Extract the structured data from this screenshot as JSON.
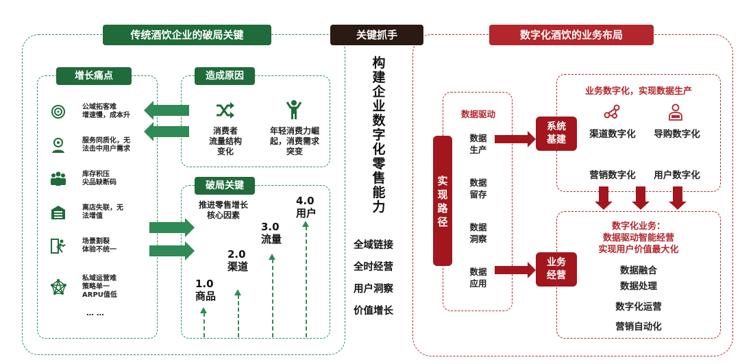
{
  "headers": {
    "left": "传统酒饮企业的破局关键",
    "center": "关键抓手",
    "right": "数字化酒饮的业务布局"
  },
  "pain": {
    "title": "增长痛点",
    "items": [
      {
        "text": "公域拓客难\n增速慢，成本升",
        "icon": "snail-icon"
      },
      {
        "text": "服务同质化，无\n法击中用户需求",
        "icon": "target-user-icon"
      },
      {
        "text": "库存积压\n尖品缺断码",
        "icon": "people-group-icon"
      },
      {
        "text": "离店失联，无\n法增值",
        "icon": "store-list-icon"
      },
      {
        "text": "场景割裂\n体验不统一",
        "icon": "runner-door-icon"
      },
      {
        "text": "私域运营难\n策略单一\nARPU值低",
        "icon": "network-icon"
      }
    ],
    "more": "… …"
  },
  "cause": {
    "title": "造成原因",
    "items": [
      {
        "text": "消费者\n流量结构\n变化",
        "icon": "shuffle-icon"
      },
      {
        "text": "年轻消费力崛\n起，消费需求\n突变",
        "icon": "person-arms-up-icon"
      }
    ]
  },
  "breakthrough": {
    "title": "破局关键",
    "subtitle": "推进零售增长\n核心因素",
    "steps": [
      {
        "num": "1.0",
        "label": "商品"
      },
      {
        "num": "2.0",
        "label": "渠道"
      },
      {
        "num": "3.0",
        "label": "流量"
      },
      {
        "num": "4.0",
        "label": "用户"
      }
    ]
  },
  "center": {
    "title": "构建企业数字化零售能力",
    "items": [
      "全域链接",
      "全时经营",
      "用户洞察",
      "价值增长"
    ]
  },
  "right": {
    "data_drive": "数据驱动",
    "path_label": "实现路径",
    "data_steps": [
      "数据\n生产",
      "数据\n留存",
      "数据\n洞察",
      "数据\n应用"
    ],
    "system_base": "系统\n基建",
    "business_ops": "业务\n经营",
    "top_title": "业务数字化，实现数据生产",
    "top_items": [
      {
        "text": "渠道数字化",
        "icon": "channel-link-icon"
      },
      {
        "text": "导购数字化",
        "icon": "staff-icon"
      },
      {
        "text": "营销数字化"
      },
      {
        "text": "用户数字化"
      }
    ],
    "bottom_title": "数字化业务：\n数据驱动智能经营\n实现用户价值最大化",
    "bottom_items": [
      "数据融合",
      "数据处理",
      "数字化运营",
      "营销自动化"
    ]
  },
  "colors": {
    "green": "#1f6b3a",
    "red": "#b3262b",
    "dark": "#2a1a12"
  }
}
